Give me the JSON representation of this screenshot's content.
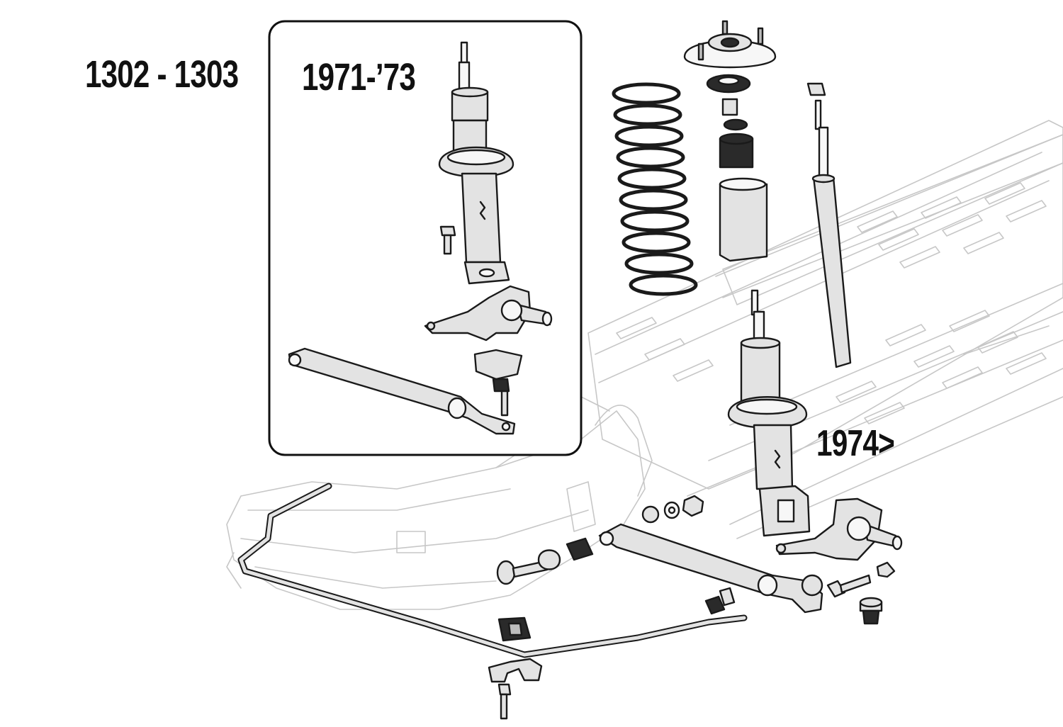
{
  "labels": {
    "model_range": "1302 - 1303",
    "early_years": "1971-’73",
    "late_years": "1974>"
  },
  "colors": {
    "outline": "#1a1a1a",
    "part_fill": "#e3e3e3",
    "ghost_chassis": "#c7c7c7",
    "rubber": "#2a2a2a"
  },
  "icons": [
    "strut-assembly",
    "coil-spring",
    "strut-mount",
    "control-arm",
    "ball-joint",
    "steering-knuckle",
    "sway-bar",
    "chassis-outline"
  ]
}
